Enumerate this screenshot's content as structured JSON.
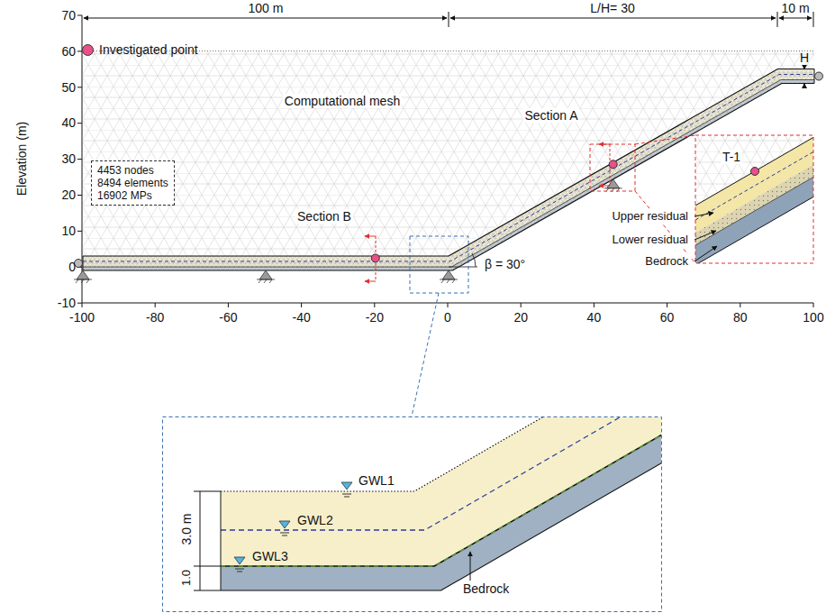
{
  "diagram": {
    "nodes": [
      {
        "text": [
          "4453 nodes",
          "8494 elements",
          "16902 MPs"
        ]
      }
    ],
    "labels": [
      "70",
      "60",
      "50",
      "40",
      "30",
      "20",
      "10",
      "0",
      "-10",
      "-100",
      "-80",
      "-60",
      "-40",
      "-20",
      "0",
      "20",
      "40",
      "60",
      "80",
      "100",
      "Elevation (m)",
      "100 m",
      "L/H= 30",
      "10 m",
      "H",
      "Computational mesh",
      "Section A",
      "Section B",
      "β = 30°",
      "T-1",
      "Upper residual",
      "Lower residual",
      "Bedrock",
      "GWL1",
      "GWL2",
      "GWL3",
      "3.0 m",
      "1.0",
      "Bedrock"
    ],
    "legend": [
      {
        "text": "Investigated point",
        "color": "#e8508a"
      }
    ]
  }
}
